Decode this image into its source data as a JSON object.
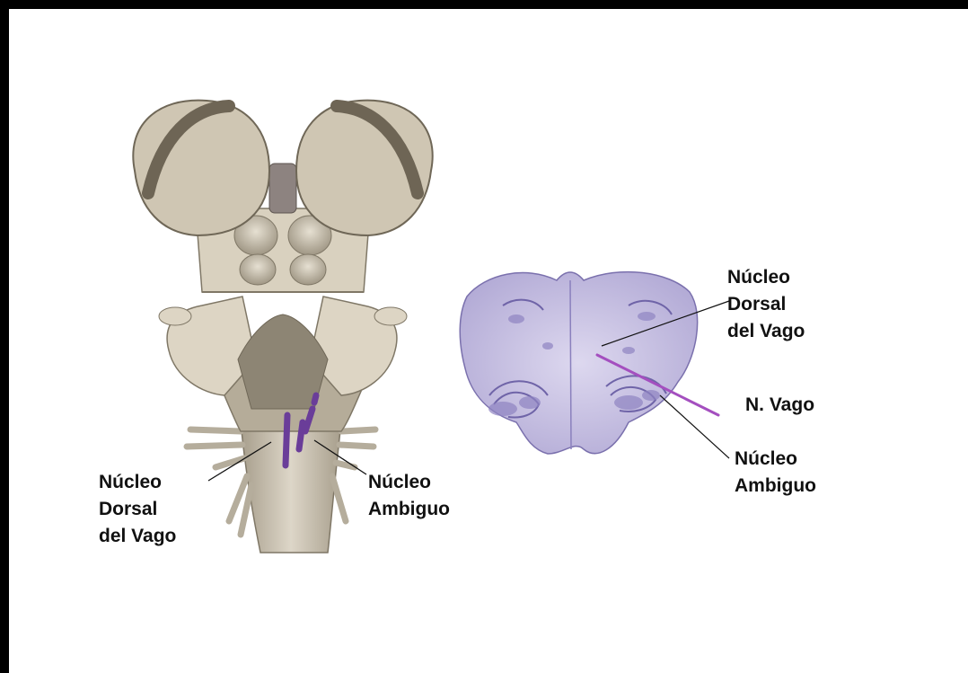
{
  "left_figure": {
    "label_dorsal": [
      "Núcleo",
      "Dorsal",
      "del Vago"
    ],
    "label_ambiguo": [
      "Núcleo",
      "Ambiguo"
    ]
  },
  "right_figure": {
    "label_dorsal": [
      "Núcleo",
      "Dorsal",
      "del Vago"
    ],
    "label_vago": "N. Vago",
    "label_ambiguo": [
      "Núcleo",
      "Ambiguo"
    ]
  },
  "colors": {
    "brainstem": "#c8bfae",
    "brainstem_shadow": "#8d8574",
    "nuclei": "#6a3d99",
    "section": "#c9c3e3",
    "section_dark": "#8f84c2",
    "nerve": "#a44fbf"
  }
}
